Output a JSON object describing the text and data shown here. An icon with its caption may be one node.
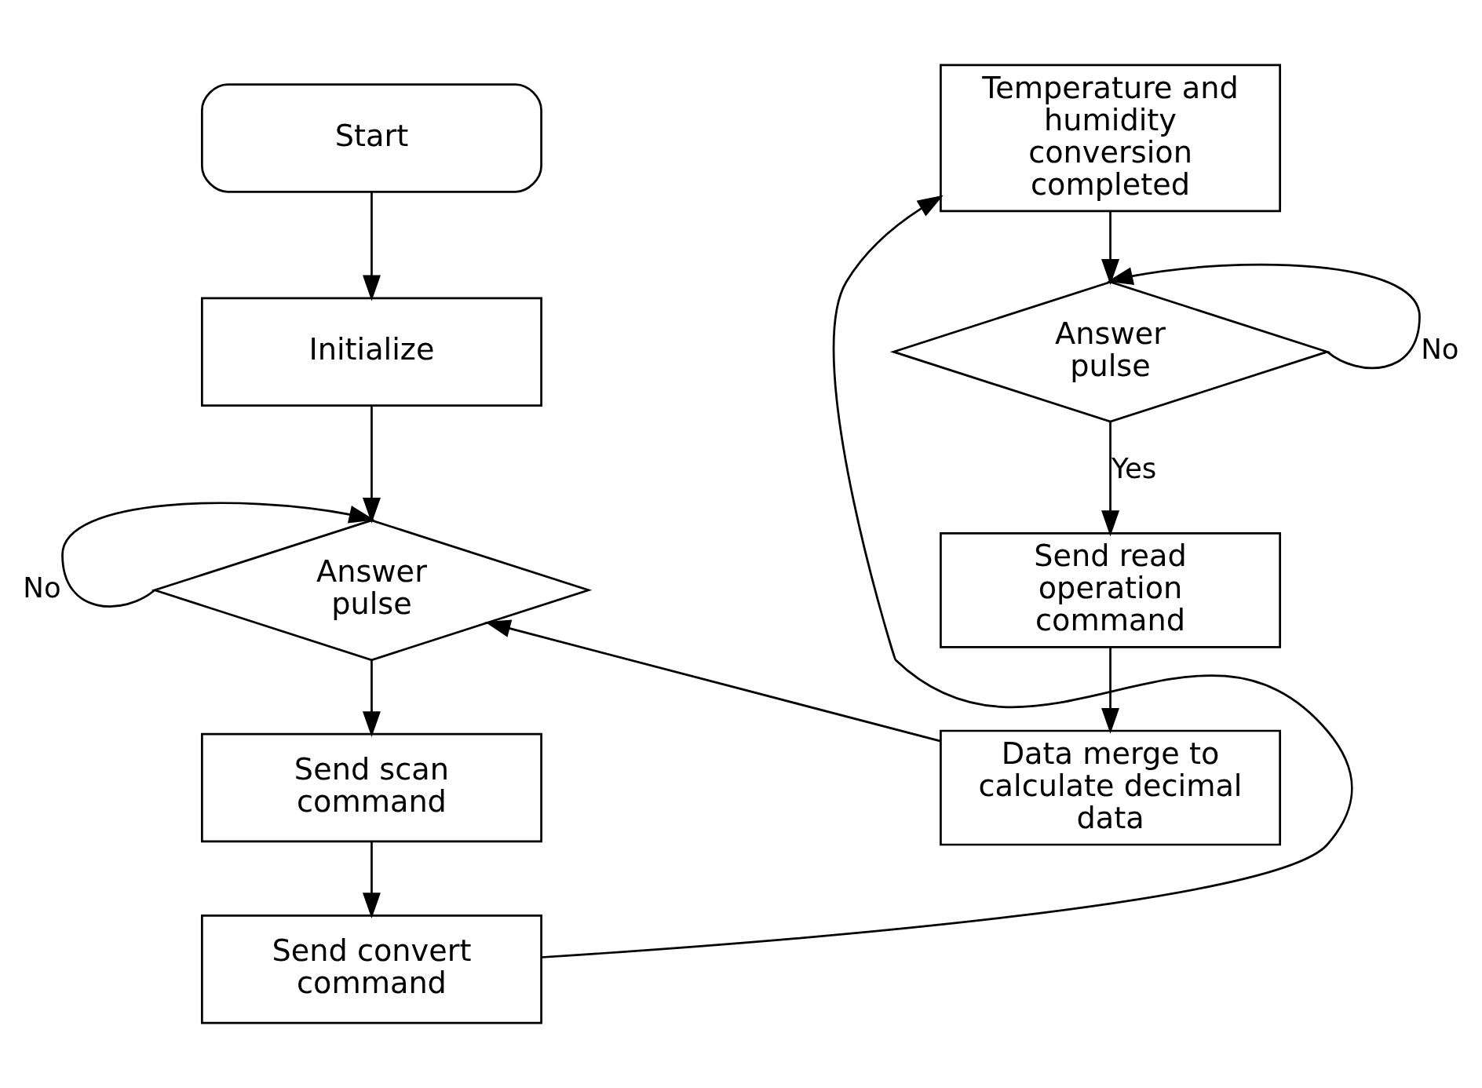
{
  "diagram": {
    "nodes": [
      {
        "text": [
          "Start"
        ]
      },
      {
        "text": [
          "Initialize"
        ]
      },
      {
        "text": [
          "Answer pulse"
        ]
      },
      {
        "text": [
          "Send scan command"
        ]
      },
      {
        "text": [
          "Send convert command"
        ]
      },
      {
        "text": [
          "Temperature and humidity conversion completed"
        ]
      },
      {
        "text": [
          "Answer pulse"
        ]
      },
      {
        "text": [
          "Send read operation command"
        ]
      },
      {
        "text": [
          "Data merge to calculate decimal data"
        ]
      }
    ],
    "edges": [
      {
        "from": 0,
        "to": 1,
        "arrow": "to"
      },
      {
        "from": 1,
        "to": 2,
        "arrow": "to"
      },
      {
        "from": 2,
        "to": 2,
        "arrow": "to",
        "label": "No"
      },
      {
        "from": 2,
        "to": 3,
        "arrow": "to"
      },
      {
        "from": 3,
        "to": 4,
        "arrow": "to"
      },
      {
        "from": 4,
        "to": 5,
        "arrow": "to"
      },
      {
        "from": 5,
        "to": 6,
        "arrow": "to"
      },
      {
        "from": 6,
        "to": 6,
        "arrow": "to",
        "label": "No"
      },
      {
        "from": 6,
        "to": 7,
        "arrow": "to",
        "label": "Yes"
      },
      {
        "from": 7,
        "to": 8,
        "arrow": "to"
      },
      {
        "from": 8,
        "to": 2,
        "arrow": "to"
      }
    ]
  }
}
